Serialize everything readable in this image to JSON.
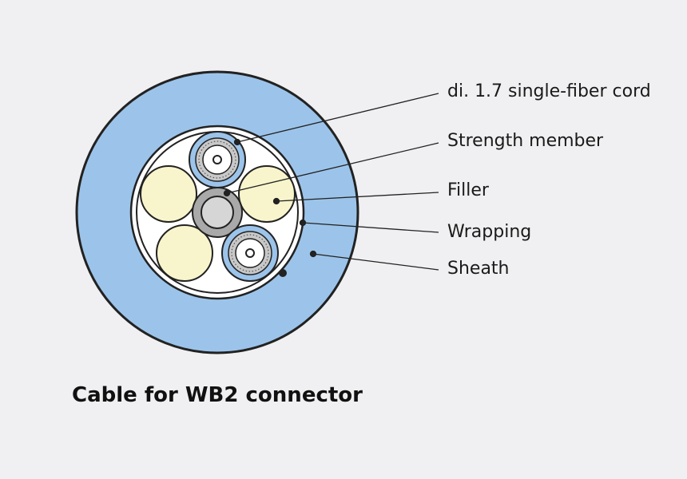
{
  "caption": "Cable for WB2 connector",
  "labels": [
    {
      "id": "cord",
      "text": "di. 1.7 single-fiber cord"
    },
    {
      "id": "strength",
      "text": "Strength member"
    },
    {
      "id": "filler",
      "text": "Filler"
    },
    {
      "id": "wrapping",
      "text": "Wrapping"
    },
    {
      "id": "sheath",
      "text": "Sheath"
    }
  ],
  "colors": {
    "sheath": "#9cc4ea",
    "outline": "#222222",
    "wrapping": "#ffffff",
    "filler": "#f8f5cc",
    "strength_outer": "#a9a9a9",
    "strength_inner": "#d6d6d6",
    "cord_jacket": "#9cc4ea",
    "cord_kevlar": "#c8c8c8",
    "background": "#f0f0f2"
  }
}
